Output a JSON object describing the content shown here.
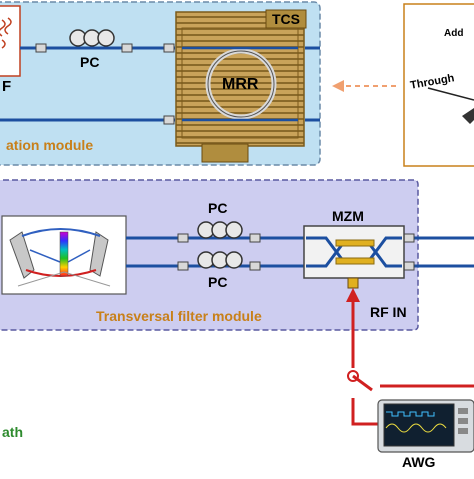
{
  "modules": {
    "top_module_label": "ation module",
    "transversal_module_label": "Transversal filter module",
    "path_label": "ath"
  },
  "components": {
    "pc_top": "PC",
    "pc_mid_1": "PC",
    "pc_mid_2": "PC",
    "tcs": "TCS",
    "mrr": "MRR",
    "mzm": "MZM",
    "rf_in": "RF IN",
    "awg": "AWG",
    "left_partial_label": "F"
  },
  "inset": {
    "add_label": "Add",
    "through_label": "Through"
  },
  "colors": {
    "top_panel_fill": "#bfe0f2",
    "transversal_panel_fill": "#cdcdf0",
    "module_label_color": "#c8801a",
    "path_label_color": "#2e8b2e",
    "arrow_color": "#f0a070",
    "rf_line_color": "#d02020",
    "fiber_color": "#1c4fa0",
    "tcs_fill": "#c9a35a"
  }
}
